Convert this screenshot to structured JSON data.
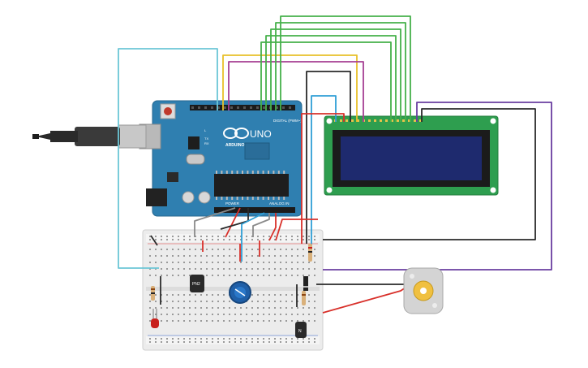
{
  "board": {
    "brand": "ARDUINO",
    "model": "UNO",
    "digital_label": "DIGITAL (PWM~)",
    "power_label": "POWER",
    "analog_label": "ANALOG IN",
    "tx_label": "TX",
    "rx_label": "RX",
    "l_label": "L",
    "on_label": "ON"
  },
  "components": {
    "transistor_1": "PN2",
    "transistor_2": "N"
  },
  "colors": {
    "board": "#2f7fb0",
    "lcd_pcb": "#2e9e4f",
    "lcd_screen": "#1e2a6e",
    "breadboard": "#e9e9e9",
    "wire_cyan": "#6cc6d6",
    "wire_yellow": "#e8c02a",
    "wire_magenta": "#a63f93",
    "wire_green": "#45b04a",
    "wire_black": "#2a2a2a",
    "wire_red": "#d8302a",
    "wire_blue": "#2f9fd6",
    "wire_gray": "#8a8a8a",
    "wire_purple": "#6a3ea0",
    "pot_knob": "#1f5fa8",
    "led": "#c8201c"
  }
}
